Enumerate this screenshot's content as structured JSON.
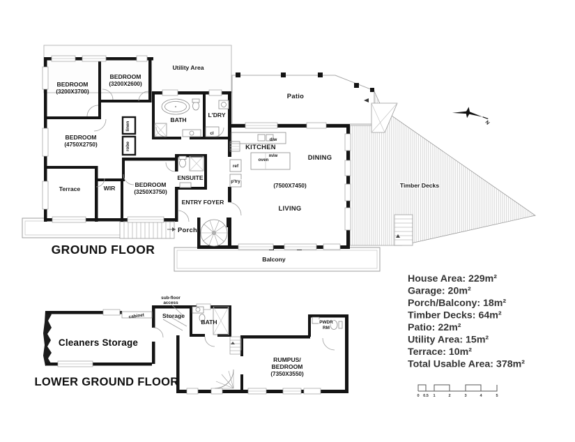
{
  "ground_floor": {
    "title": "GROUND FLOOR",
    "rooms": {
      "utility_area": "Utility Area",
      "bedroom_1": {
        "name": "BEDROOM",
        "dims": "(3200X3700)"
      },
      "bedroom_2": {
        "name": "BEDROOM",
        "dims": "(3200X2600)"
      },
      "bedroom_3": {
        "name": "BEDROOM",
        "dims": "(4750X2750)"
      },
      "bedroom_4": {
        "name": "BEDROOM",
        "dims": "(3250X3750)"
      },
      "terrace": "Terrace",
      "wir": "WIR",
      "bath": "BATH",
      "laundry": "L'DRY",
      "closet": "cl",
      "linen": "linen",
      "robe": "robe",
      "ensuite": "ENSUITE",
      "entry_foyer": "ENTRY FOYER",
      "porch": "Porch",
      "kitchen": "KITCHEN",
      "dining": "DINING",
      "living": "LIVING",
      "living_dining_dims": "(7500X7450)",
      "patio": "Patio",
      "timber_decks": "Timber Decks",
      "balcony": "Balcony"
    },
    "fixtures": {
      "dishwasher": "d/w",
      "microwave": "m/w",
      "oven": "oven",
      "fridge": "ref",
      "pantry": "p'try"
    }
  },
  "lower_ground_floor": {
    "title": "LOWER GROUND FLOOR",
    "rooms": {
      "sub_floor_access_line1": "sub-floor",
      "sub_floor_access_line2": "access",
      "storage": "Storage",
      "cabinet": "cabinet",
      "bath": "BATH",
      "cleaners_storage": "Cleaners Storage",
      "powder_room_line1": "PWDR",
      "powder_room_line2": "RM",
      "rumpus_line1": "RUMPUS/",
      "rumpus_line2": "BEDROOM",
      "rumpus_dims": "(7350X3550)"
    }
  },
  "area_summary": {
    "lines": [
      "House Area: 229m²",
      "Garage: 20m²",
      "Porch/Balcony: 18m²",
      "Timber Decks: 64m²",
      "Patio: 22m²",
      "Utility Area: 15m²",
      "Terrace: 10m²",
      "Total Usable Area: 378m²"
    ]
  },
  "scale_bar": {
    "ticks": [
      "0",
      "0.5",
      "1",
      "2",
      "3",
      "4",
      "5"
    ]
  },
  "north_indicator": {
    "label": "N"
  },
  "colors": {
    "wall": "#141414",
    "thin_line": "#9c9c9c",
    "hatch": "#c6c6c6",
    "text": "#161616",
    "summary_text": "#333333",
    "background": "#ffffff"
  }
}
